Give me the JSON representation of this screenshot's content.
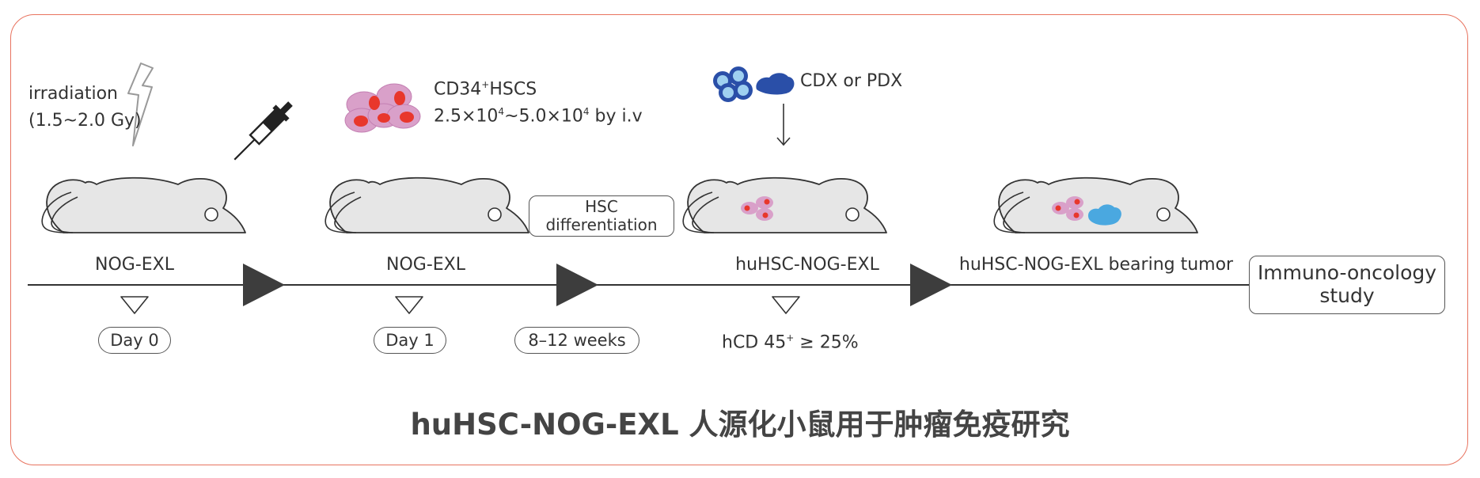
{
  "diagram": {
    "colors": {
      "frame": "#e8735f",
      "line": "#333333",
      "mouse_fill": "#e6e6e6",
      "cell_pink": "#d9a0c9",
      "cell_red": "#e8372c",
      "tumor_blue": "#2a4fa8",
      "tumor_light": "#4aa8e0"
    },
    "irradiation": {
      "line1": "irradiation",
      "line2": "(1.5~2.0 Gy)",
      "icon": "lightning-icon"
    },
    "injection": {
      "icon": "syringe-icon",
      "line1_main": "CD34",
      "line1_sup": "+",
      "line1_rest": "HSCS",
      "line2_a": "2.5×10",
      "line2_sup1": "4",
      "line2_b": "~5.0×10",
      "line2_sup2": "4",
      "line2_c": " by i.v"
    },
    "tumor_source": {
      "label": "CDX or PDX"
    },
    "stage1": {
      "mouse_label": "NOG-EXL",
      "time": "Day 0"
    },
    "stage2": {
      "mouse_label": "NOG-EXL",
      "time": "Day 1"
    },
    "differentiation": {
      "line1": "HSC",
      "line2": "differentiation",
      "time": "8–12 weeks"
    },
    "stage3": {
      "mouse_label": "huHSC-NOG-EXL",
      "note_main": "hCD 45",
      "note_sup": "+",
      "note_rest": " ≥ 25%"
    },
    "stage4": {
      "mouse_label": "huHSC-NOG-EXL bearing tumor"
    },
    "final": {
      "line1": "Immuno-oncology",
      "line2": "study"
    },
    "title": "huHSC-NOG-EXL 人源化小鼠用于肿瘤免疫研究"
  }
}
